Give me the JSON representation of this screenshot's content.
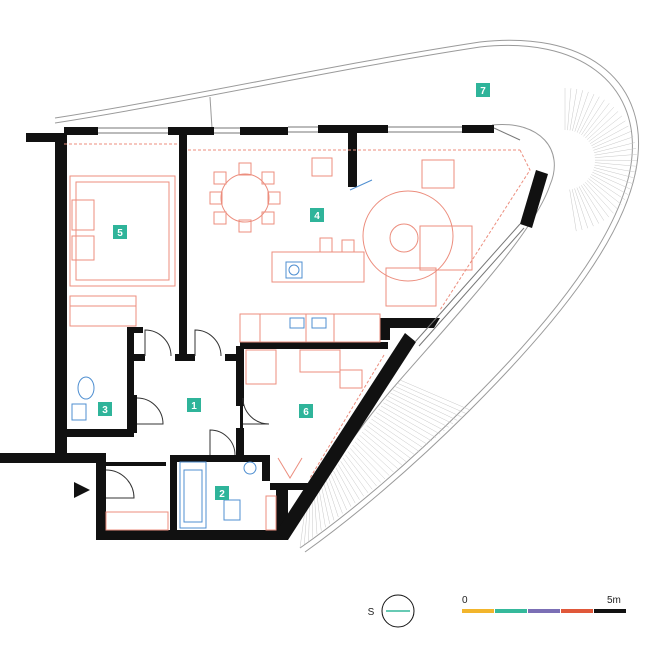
{
  "rooms": [
    {
      "id": "room-1",
      "label": "1"
    },
    {
      "id": "room-2",
      "label": "2"
    },
    {
      "id": "room-3",
      "label": "3"
    },
    {
      "id": "room-4",
      "label": "4"
    },
    {
      "id": "room-5",
      "label": "5"
    },
    {
      "id": "room-6",
      "label": "6"
    },
    {
      "id": "room-7",
      "label": "7"
    }
  ],
  "compass": {
    "label": "S"
  },
  "scale": {
    "start_label": "0",
    "end_label": "5m",
    "segment_colors": [
      "#f2b52c",
      "#35b99b",
      "#7b6fb5",
      "#e0583a",
      "#111111"
    ]
  },
  "colors": {
    "wall": "#111111",
    "furniture": "#ec8e7e",
    "bathroom_fixtures": "#4f8fd1",
    "room_tag": "#2fb49a",
    "terrace_line": "#9a9a9a"
  },
  "icons": {
    "entrance": "entrance-arrow-icon",
    "compass": "compass-icon"
  }
}
